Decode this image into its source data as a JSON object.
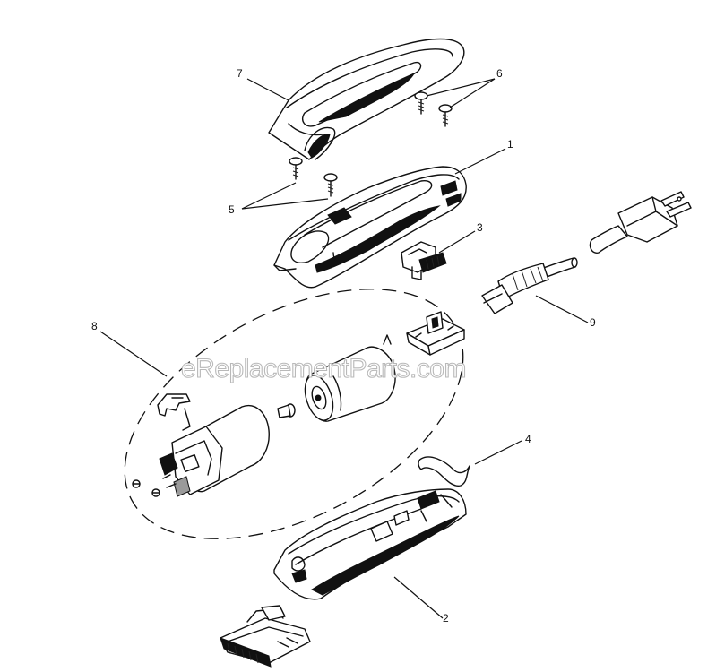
{
  "watermark": "eReplacementParts.com",
  "callouts": [
    {
      "id": "1",
      "label": "1"
    },
    {
      "id": "2",
      "label": "2"
    },
    {
      "id": "3",
      "label": "3"
    },
    {
      "id": "4",
      "label": "4"
    },
    {
      "id": "5",
      "label": "5"
    },
    {
      "id": "6",
      "label": "6"
    },
    {
      "id": "7",
      "label": "7"
    },
    {
      "id": "8",
      "label": "8"
    },
    {
      "id": "9",
      "label": "9"
    }
  ]
}
